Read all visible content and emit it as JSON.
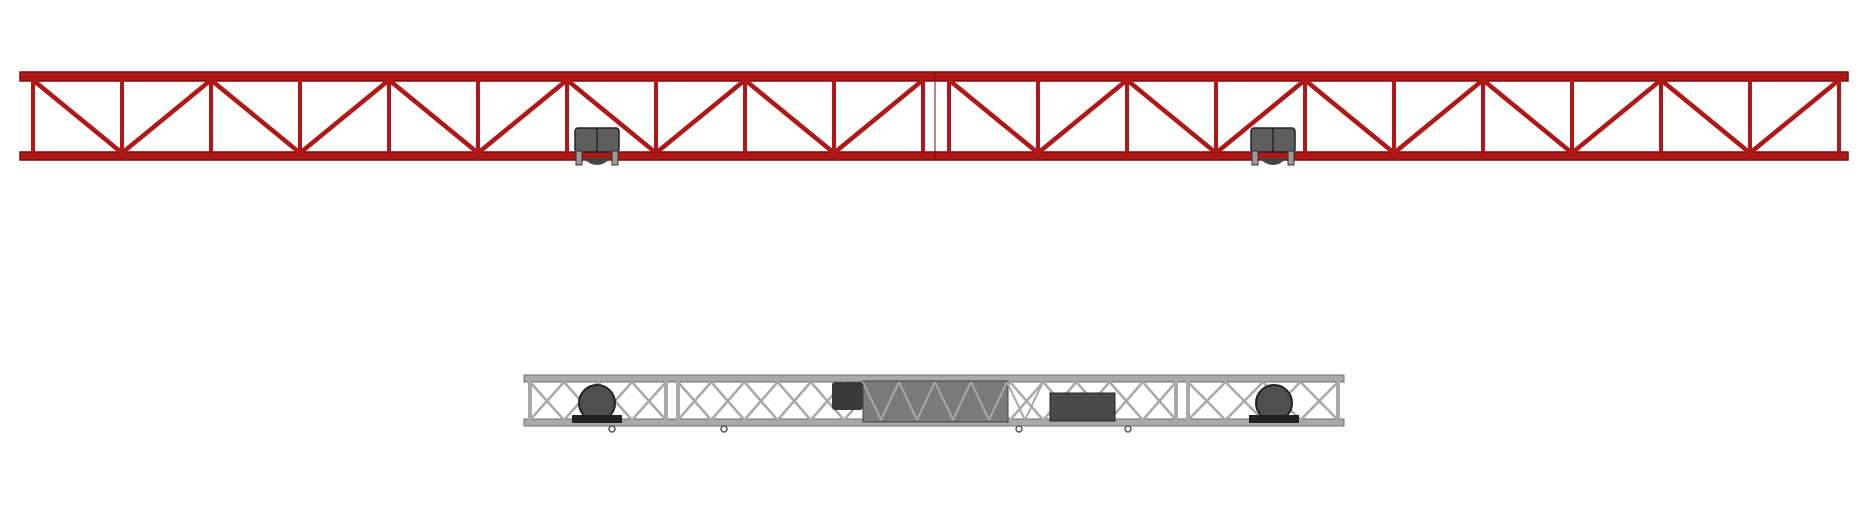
{
  "colors": {
    "background": "#ffffff",
    "red_truss": "#b01818",
    "red_truss_dark": "#7a0c0c",
    "grey_truss": "#a9a9a9",
    "grey_truss_dark": "#6e6e6e",
    "equipment": "#7a7a7a",
    "equipment_dark": "#3a3a3a"
  },
  "red_truss": {
    "segments": 2,
    "panels_per_segment": 10
  },
  "grey_truss": {
    "sections": 3
  }
}
